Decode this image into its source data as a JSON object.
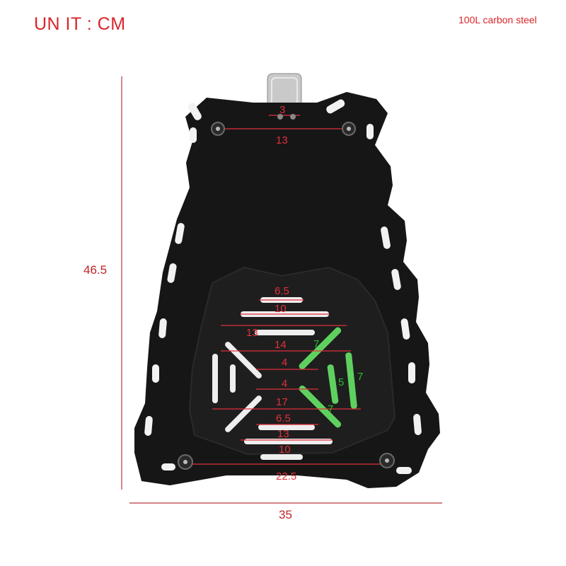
{
  "header": {
    "unit": "UN IT : CM",
    "material": "100L carbon steel"
  },
  "dimensions": {
    "height": "46.5",
    "width": "35"
  },
  "annotations": {
    "hook_width": "3",
    "top_bolt_span": "13",
    "bottom_bolt_span": "22.5",
    "slot_a": "6.5",
    "slot_b": "10",
    "slot_c": "13",
    "slot_d": "14",
    "slot_e": "4",
    "slot_f": "4",
    "slot_g": "17",
    "slot_h": "6.5",
    "slot_i": "13",
    "slot_j": "10",
    "diag_upper": "7",
    "diag_lower": "7",
    "side_inner": "5",
    "side_outer": "7"
  },
  "colors": {
    "label_red": "#d9252a",
    "plate": "#161616",
    "slot": "#eeeeee",
    "green": "#22c22a"
  }
}
